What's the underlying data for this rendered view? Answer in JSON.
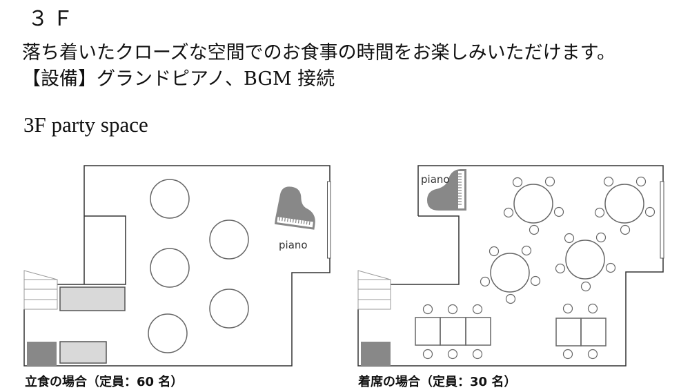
{
  "header": {
    "floor_title": "３Ｆ",
    "description": "落ち着いたクローズな空間でのお食事の時間をお楽しみいただけます。",
    "equipment": "【設備】グランドピアノ、BGM 接続",
    "space_title": "3F party space"
  },
  "plans": {
    "standing": {
      "caption": "立食の場合（定員：60 名）",
      "piano_label": "piano"
    },
    "seated": {
      "caption": "着席の場合（定員：30 名）",
      "piano_label": "piano"
    }
  },
  "colors": {
    "wall": "#333333",
    "furniture_light": "#d9d9d9",
    "furniture_dark": "#888888",
    "table_stroke": "#666666"
  }
}
